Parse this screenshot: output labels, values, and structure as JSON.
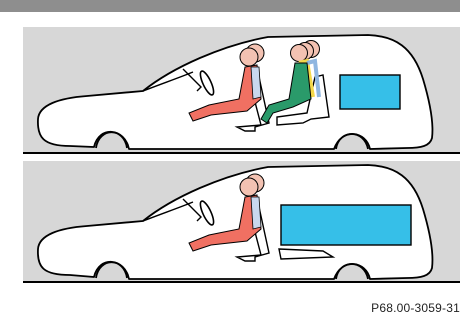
{
  "figure": {
    "reference_code": "P68.00-3059-31",
    "colors": {
      "header_bar": "#8e8e8e",
      "panel_background": "#d7d7d7",
      "ground_line": "#000000",
      "car_body": "#ffffff",
      "cargo": "#36bfe8",
      "driver_body": "#f07062",
      "rear_passenger_body": "#2a9a6a",
      "passenger_skin": "#f3c2b2"
    },
    "panels": [
      {
        "id": "top",
        "description_icons": [
          "car-outline-icon",
          "front-occupant-icon",
          "rear-occupant-icon",
          "cargo-box-icon"
        ]
      },
      {
        "id": "bottom",
        "description_icons": [
          "car-outline-icon",
          "front-occupant-icon",
          "cargo-box-icon"
        ]
      }
    ]
  }
}
